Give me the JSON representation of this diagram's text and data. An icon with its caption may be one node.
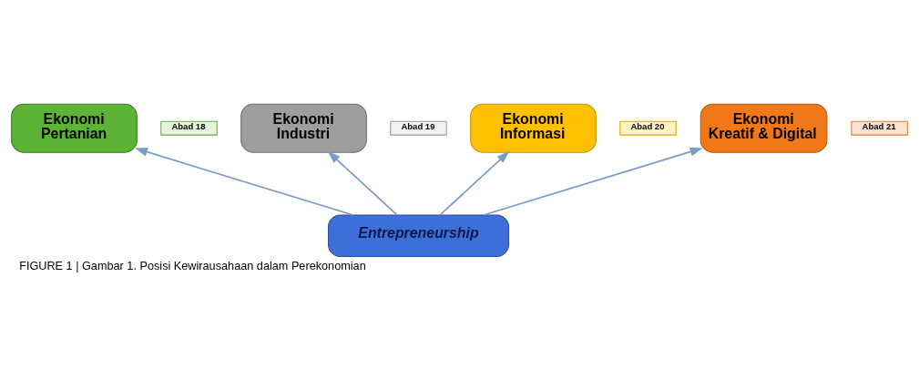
{
  "diagram": {
    "caption": "FIGURE 1 | Gambar 1. Posisi Kewirausahaan dalam Perekonomian",
    "nodes": [
      {
        "text": [
          "Abad 18"
        ]
      },
      {
        "text": [
          "Ekonomi Pertanian"
        ]
      },
      {
        "text": [
          "Abad 19"
        ]
      },
      {
        "text": [
          "Ekonomi Industri"
        ]
      },
      {
        "text": [
          "Abad 20"
        ]
      },
      {
        "text": [
          "Ekonomi Informasi"
        ]
      },
      {
        "text": [
          "Abad 21"
        ]
      },
      {
        "text": [
          "Ekonomi Kreatif & Digital"
        ]
      },
      {
        "text": [
          "Entrepreneurship"
        ]
      }
    ],
    "edges": [
      {
        "from": 8,
        "to": 1,
        "arrow": "to"
      },
      {
        "from": 8,
        "to": 3,
        "arrow": "to"
      },
      {
        "from": 8,
        "to": 5,
        "arrow": "to"
      },
      {
        "from": 8,
        "to": 7,
        "arrow": "to"
      }
    ]
  }
}
